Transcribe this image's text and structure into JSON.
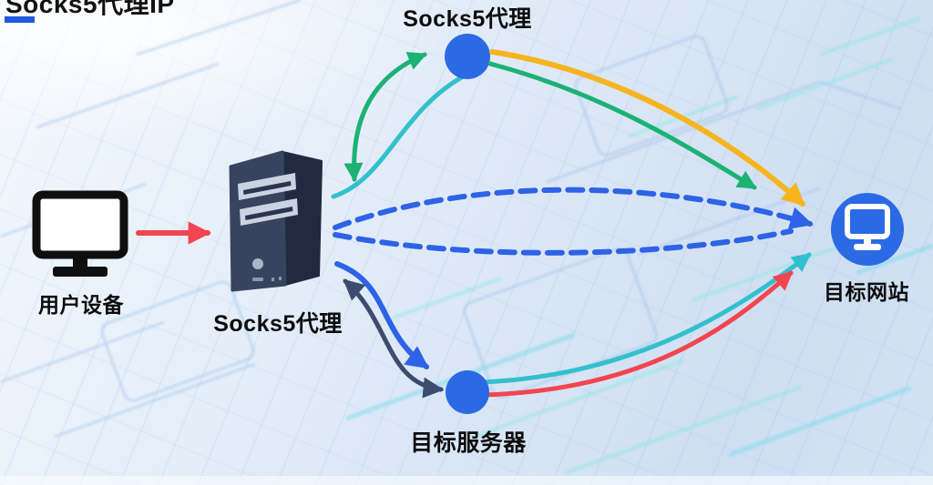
{
  "page": {
    "title_partial": "Socks5代理IP"
  },
  "labels": {
    "user_device": "用户设备",
    "proxy_server": "Socks5代理",
    "proxy_node": "Socks5代理",
    "target_server": "目标服务器",
    "target_website": "目标网站"
  },
  "colors": {
    "green": "#1bb274",
    "teal": "#33c0cd",
    "yellow": "#f6b41e",
    "blue": "#2e63e6",
    "navy": "#3d4c6d",
    "red": "#f2454f",
    "node": "#2b6ae4",
    "title_underline": "#1f5bdd",
    "icon_dark": "#0f0f0f",
    "server_front": "#38445f",
    "server_side": "#202a40",
    "server_top": "#4c5a77",
    "server_bay": "#c9d3e2",
    "server_slot": "#2a3550",
    "label_text": "#0d0d0d"
  },
  "edges": [
    {
      "id": "user-to-proxy",
      "from": "user_device",
      "to": "proxy_server",
      "color": "red",
      "style": "solid",
      "bidirectional": false
    },
    {
      "id": "proxy-to-node-green",
      "from": "proxy_server",
      "to": "proxy_node",
      "color": "green",
      "style": "solid",
      "bidirectional": true
    },
    {
      "id": "proxy-to-node-teal",
      "from": "proxy_server",
      "to": "proxy_node",
      "color": "teal",
      "style": "solid",
      "bidirectional": false
    },
    {
      "id": "node-to-website-yellow",
      "from": "proxy_node",
      "to": "target_website",
      "color": "yellow",
      "style": "solid",
      "bidirectional": false
    },
    {
      "id": "node-to-website-green",
      "from": "proxy_node",
      "to": "target_website",
      "color": "green",
      "style": "solid",
      "bidirectional": false
    },
    {
      "id": "proxy-direct-upper",
      "from": "proxy_server",
      "to": "target_website",
      "color": "blue",
      "style": "dashed",
      "bidirectional": false
    },
    {
      "id": "proxy-direct-lower",
      "from": "proxy_server",
      "to": "target_website",
      "color": "blue",
      "style": "dashed",
      "bidirectional": false
    },
    {
      "id": "proxy-to-target-server",
      "from": "proxy_server",
      "to": "target_server",
      "color": "blue",
      "style": "solid",
      "bidirectional": false
    },
    {
      "id": "target-server-to-proxy",
      "from": "target_server",
      "to": "proxy_server",
      "color": "navy",
      "style": "solid",
      "bidirectional": true
    },
    {
      "id": "target-server-to-website-teal",
      "from": "target_server",
      "to": "target_website",
      "color": "teal",
      "style": "solid",
      "bidirectional": false
    },
    {
      "id": "target-server-to-website-red",
      "from": "target_server",
      "to": "target_website",
      "color": "red",
      "style": "solid",
      "bidirectional": false
    }
  ]
}
